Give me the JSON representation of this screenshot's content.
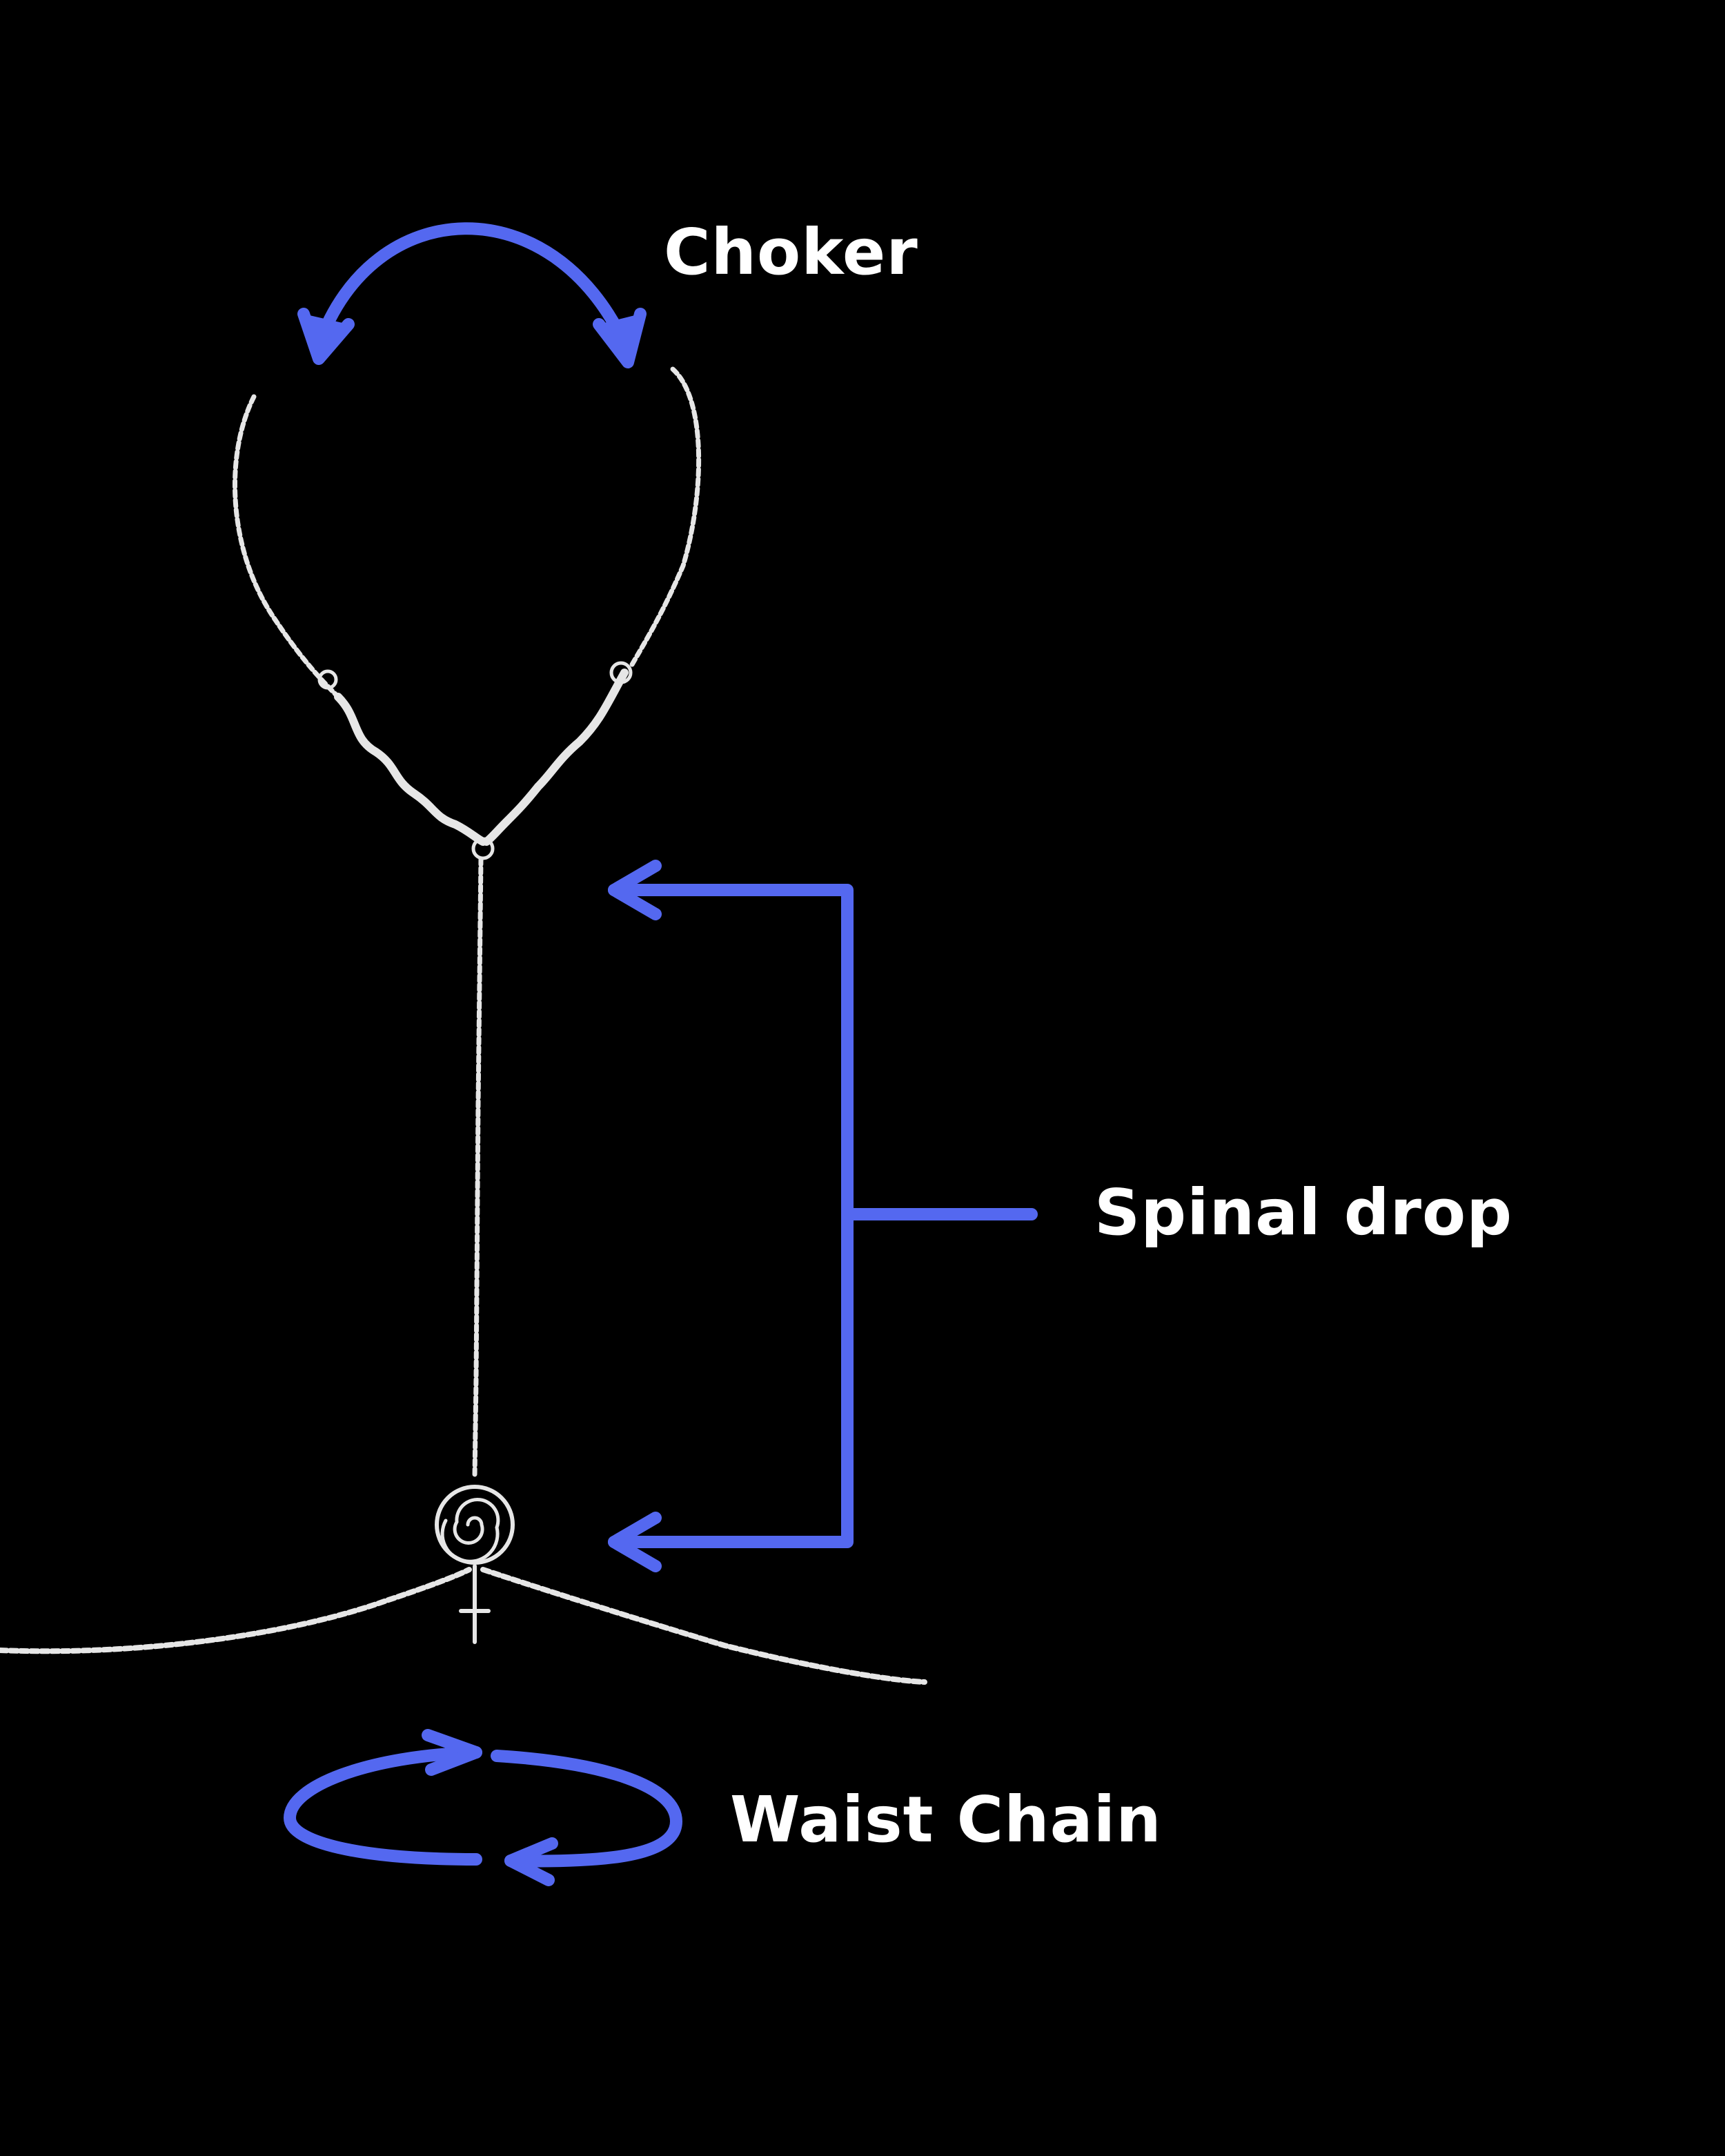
{
  "labels": {
    "choker": "Choker",
    "spinal_drop": "Spinal drop",
    "waist_chain": "Waist Chain"
  },
  "colors": {
    "background": "#000000",
    "arrow": "#5468f0",
    "chain": "#e6e6e6",
    "label": "#ffffff"
  }
}
